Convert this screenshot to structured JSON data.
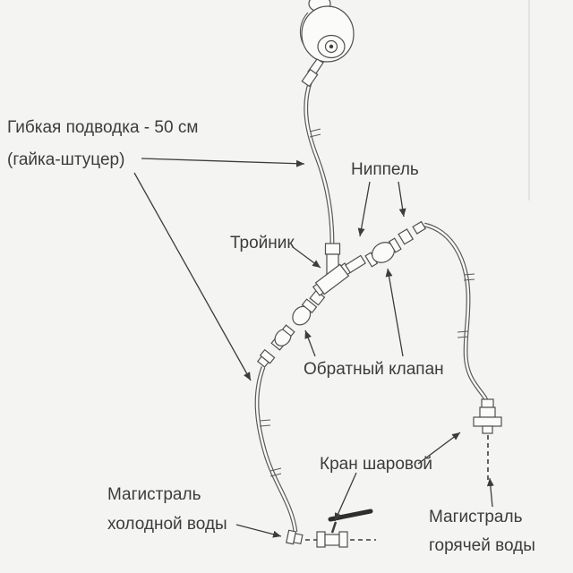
{
  "diagram": {
    "labels": {
      "flex_hose": {
        "line1": "Гибкая подводка - 50 см",
        "line2": "(гайка-штуцер)"
      },
      "nipple": {
        "text": "Ниппель"
      },
      "tee": {
        "text": "Тройник"
      },
      "check_valve": {
        "text": "Обратный клапан"
      },
      "ball_valve": {
        "text": "Кран шаровой"
      },
      "cold_main": {
        "line1": "Магистраль",
        "line2": "холодной воды"
      },
      "hot_main": {
        "line1": "Магистраль",
        "line2": "горячей воды"
      }
    },
    "colors": {
      "line": "#4f4f4f",
      "text": "#3c3c3c",
      "background": "#f4f4f3",
      "hose_fill": "#fafaf9"
    }
  }
}
